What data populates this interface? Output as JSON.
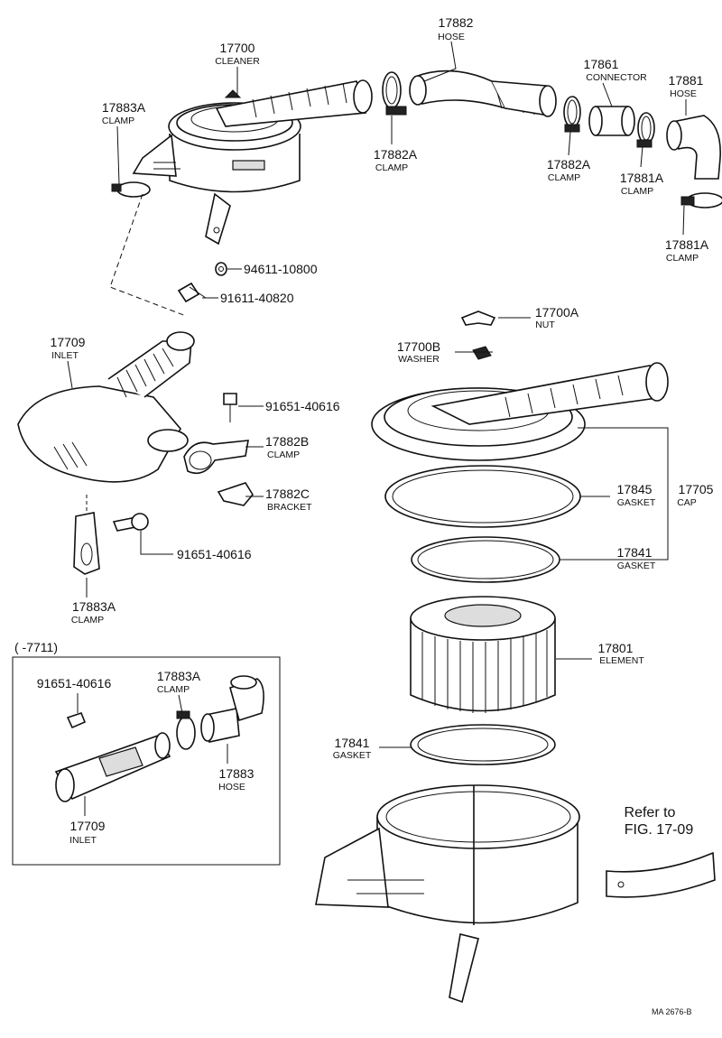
{
  "parts": [
    {
      "num": "17700",
      "name": "CLEANER"
    },
    {
      "num": "17882",
      "name": "HOSE"
    },
    {
      "num": "17861",
      "name": "CONNECTOR"
    },
    {
      "num": "17881",
      "name": "HOSE"
    },
    {
      "num": "17883A",
      "name": "CLAMP"
    },
    {
      "num": "17882A",
      "name": "CLAMP"
    },
    {
      "num": "17882A",
      "name": "CLAMP"
    },
    {
      "num": "17881A",
      "name": "CLAMP"
    },
    {
      "num": "17881A",
      "name": "CLAMP"
    },
    {
      "num": "94611-10800",
      "name": ""
    },
    {
      "num": "91611-40820",
      "name": ""
    },
    {
      "num": "17700A",
      "name": "NUT"
    },
    {
      "num": "17700B",
      "name": "WASHER"
    },
    {
      "num": "17709",
      "name": "INLET"
    },
    {
      "num": "91651-40616",
      "name": ""
    },
    {
      "num": "17882B",
      "name": "CLAMP"
    },
    {
      "num": "17882C",
      "name": "BRACKET"
    },
    {
      "num": "91651-40616",
      "name": ""
    },
    {
      "num": "17883A",
      "name": "CLAMP"
    },
    {
      "num": "17845",
      "name": "GASKET"
    },
    {
      "num": "17705",
      "name": "CAP"
    },
    {
      "num": "17841",
      "name": "GASKET"
    },
    {
      "num": "17801",
      "name": "ELEMENT"
    },
    {
      "num": "17841",
      "name": "GASKET"
    },
    {
      "num": "91651-40616",
      "name": ""
    },
    {
      "num": "17883A",
      "name": "CLAMP"
    },
    {
      "num": "17883",
      "name": "HOSE"
    },
    {
      "num": "17709",
      "name": "INLET"
    }
  ],
  "inset": {
    "label": "(      -7711)"
  },
  "refer": {
    "line1": "Refer to",
    "line2": "FIG. 17-09"
  },
  "figure_code": "MA  2676-B"
}
